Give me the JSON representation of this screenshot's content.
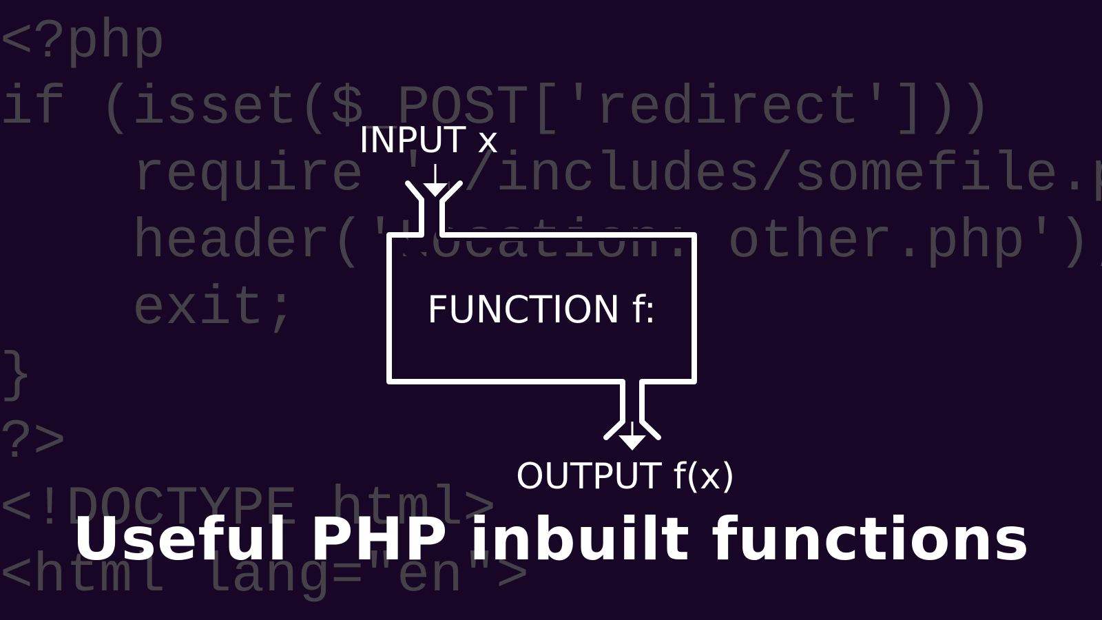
{
  "code_background": {
    "lines": [
      "<?php",
      "if (isset($_POST['redirect']))",
      "    require './includes/somefile.php';",
      "    header('Location: other.php');",
      "    exit;",
      "}",
      "?>",
      "<!DOCTYPE html>",
      "<html lang=\"en\">"
    ]
  },
  "diagram": {
    "input_label": "INPUT x",
    "function_label": "FUNCTION f:",
    "output_label": "OUTPUT f(x)"
  },
  "title": "Useful PHP inbuilt functions",
  "colors": {
    "background": "#170626",
    "code_text": "#464048",
    "foreground": "#ffffff"
  }
}
